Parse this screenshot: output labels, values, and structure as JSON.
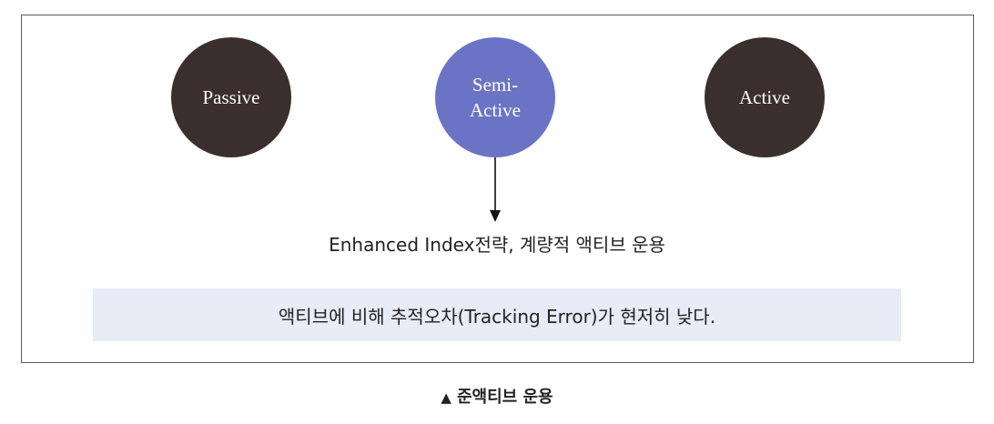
{
  "diagram": {
    "nodes": [
      {
        "id": "passive",
        "label": "Passive",
        "color": "#3a2f2d"
      },
      {
        "id": "semi_active",
        "label_line1": "Semi-",
        "label_line2": "Active",
        "color": "#6b74c4"
      },
      {
        "id": "active",
        "label": "Active",
        "color": "#3a2f2d"
      }
    ],
    "edges": [
      {
        "from": "semi_active",
        "to": "strategy_text"
      }
    ],
    "strategy_text": "Enhanced Index전략, 계량적 액티브 운용",
    "note_text": "액티브에 비해 추적오차(Tracking Error)가 현저히 낮다.",
    "note_background": "#e8ecf6"
  },
  "caption": {
    "marker": "▲",
    "text": "준액티브 운용"
  }
}
